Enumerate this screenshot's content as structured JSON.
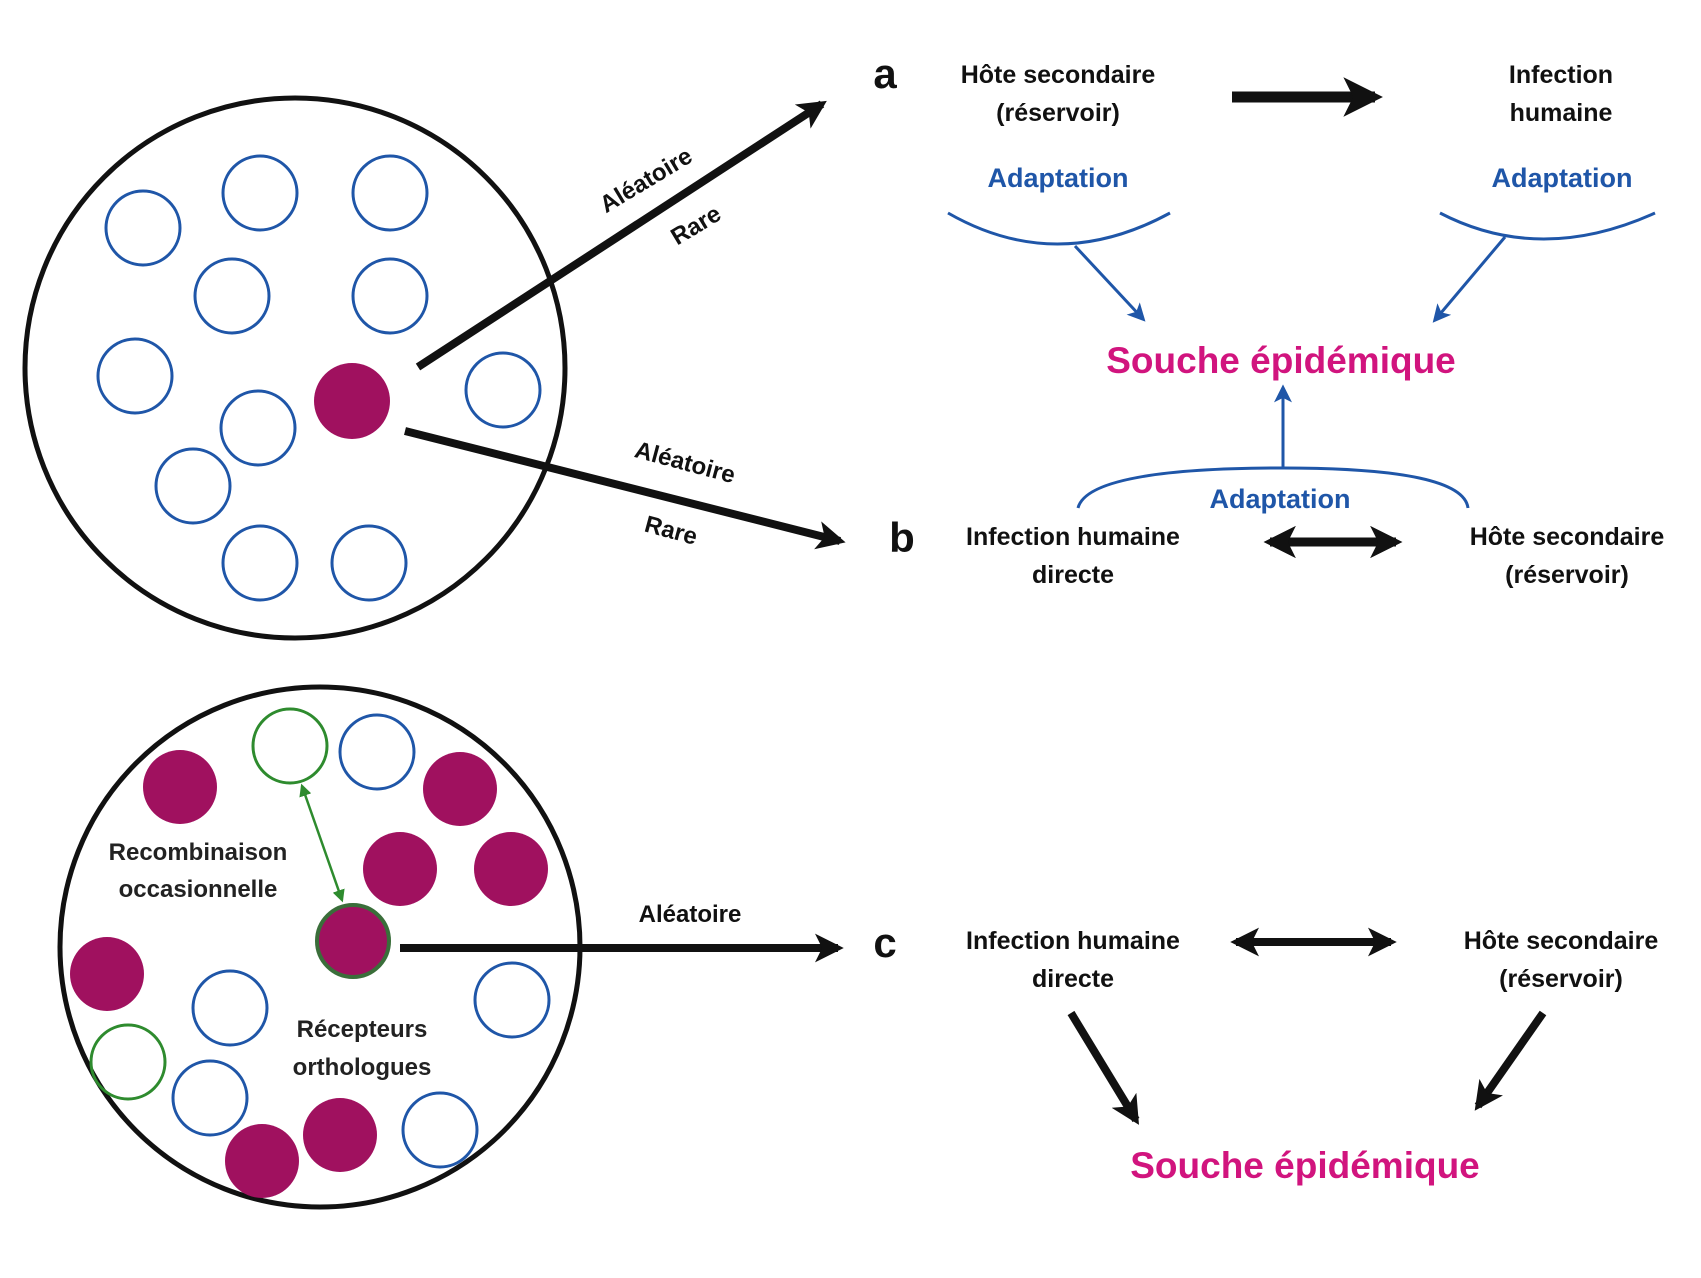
{
  "colors": {
    "outline": "#111111",
    "blue": "#1f56a8",
    "green": "#2e8b2e",
    "magenta": "#a0115f",
    "pink_text": "#d1147e"
  },
  "top": {
    "arrow_up": {
      "label1": "Aléatoire",
      "label2": "Rare"
    },
    "arrow_down": {
      "label1": "Aléatoire",
      "label2": "Rare"
    }
  },
  "a": {
    "letter": "a",
    "host_line1": "Hôte secondaire",
    "host_line2": "(réservoir)",
    "human_line1": "Infection",
    "human_line2": "humaine",
    "adapt_left": "Adaptation",
    "adapt_right": "Adaptation",
    "souche": "Souche épidémique"
  },
  "b": {
    "letter": "b",
    "adapt": "Adaptation",
    "human_line1": "Infection humaine",
    "human_line2": "directe",
    "host_line1": "Hôte secondaire",
    "host_line2": "(réservoir)"
  },
  "bottom": {
    "recomb_line1": "Recombinaison",
    "recomb_line2": "occasionnelle",
    "recept_line1": "Récepteurs",
    "recept_line2": "orthologues",
    "arrow_label": "Aléatoire"
  },
  "c": {
    "letter": "c",
    "human_line1": "Infection humaine",
    "human_line2": "directe",
    "host_line1": "Hôte secondaire",
    "host_line2": "(réservoir)",
    "souche": "Souche épidémique"
  }
}
